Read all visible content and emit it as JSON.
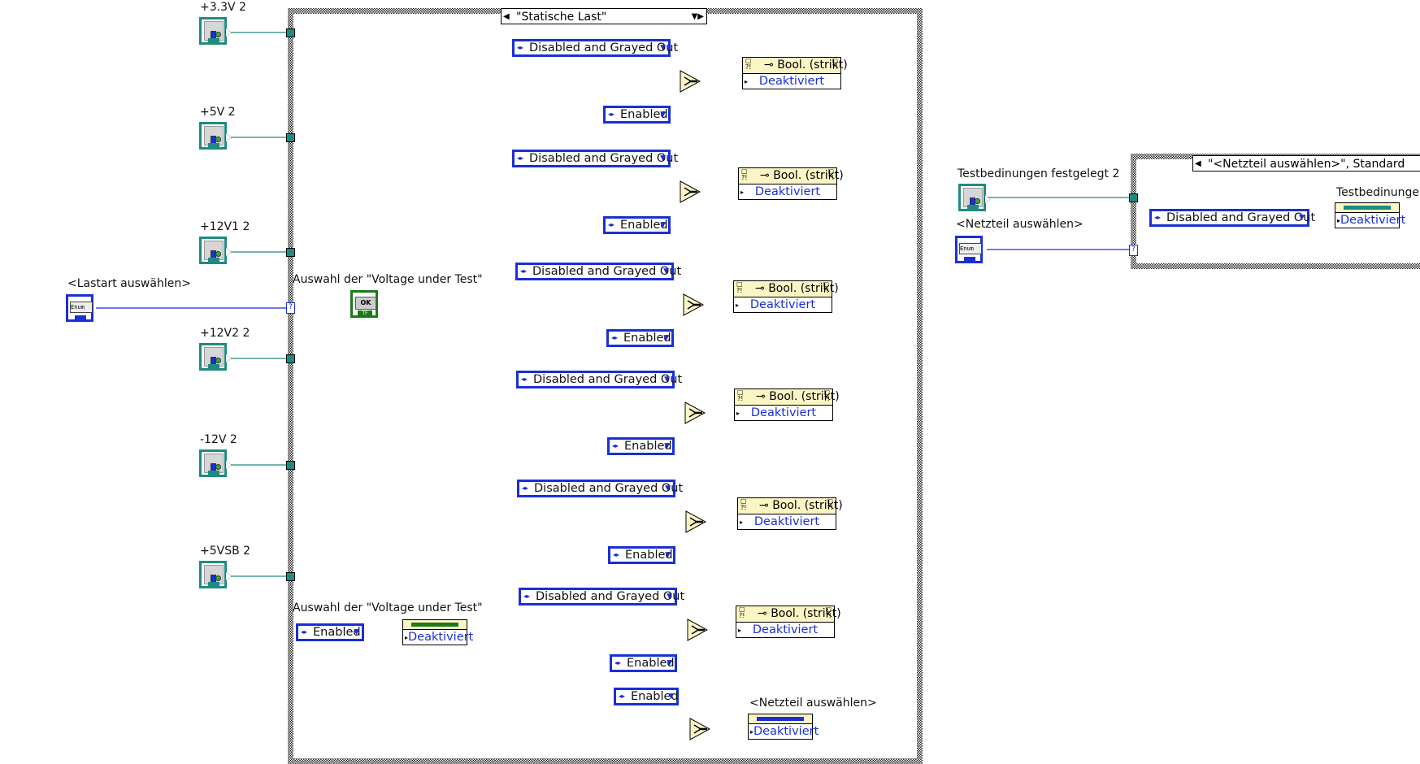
{
  "colors": {
    "cluster_wire": "#1f8b80",
    "enum_wire": "#1a2fd6",
    "bool_wire": "#1a7a1a",
    "property_header": "#fbf5c4"
  },
  "left_terminals": [
    {
      "label": "+3.3V 2",
      "icon": "cluster-indicator-icon"
    },
    {
      "label": "+5V 2",
      "icon": "cluster-indicator-icon"
    },
    {
      "label": "+12V1 2",
      "icon": "cluster-indicator-icon"
    },
    {
      "label": "+12V2 2",
      "icon": "cluster-indicator-icon"
    },
    {
      "label": "-12V 2",
      "icon": "cluster-indicator-icon"
    },
    {
      "label": "+5VSB 2",
      "icon": "cluster-indicator-icon"
    }
  ],
  "lastart": {
    "label": "<Lastart auswählen>",
    "icon_text": "Enum"
  },
  "main_case": {
    "selector": "\"Statische Last\"",
    "tunnel_marker": "?",
    "bool_control": {
      "label": "Auswahl der \"Voltage under Test\"",
      "button_text": "OK",
      "footer": "TF"
    },
    "rows": [
      {
        "true_const": "Disabled and Grayed Out",
        "false_const": "Enabled",
        "property": "Bool. (strikt)",
        "value": "Deaktiviert"
      },
      {
        "true_const": "Disabled and Grayed Out",
        "false_const": "Enabled",
        "property": "Bool. (strikt)",
        "value": "Deaktiviert"
      },
      {
        "true_const": "Disabled and Grayed Out",
        "false_const": "Enabled",
        "property": "Bool. (strikt)",
        "value": "Deaktiviert"
      },
      {
        "true_const": "Disabled and Grayed Out",
        "false_const": "Enabled",
        "property": "Bool. (strikt)",
        "value": "Deaktiviert"
      },
      {
        "true_const": "Disabled and Grayed Out",
        "false_const": "Enabled",
        "property": "Bool. (strikt)",
        "value": "Deaktiviert"
      },
      {
        "true_const": "Disabled and Grayed Out",
        "false_const": "Enabled",
        "property": "Bool. (strikt)",
        "value": "Deaktiviert"
      }
    ],
    "bool_property": {
      "label": "Auswahl der \"Voltage under Test\"",
      "const": "Enabled",
      "value": "Deaktiviert"
    },
    "netzteil_row": {
      "const": "Enabled",
      "label": "<Netzteil auswählen>",
      "value": "Deaktiviert"
    }
  },
  "right_side": {
    "testbed": {
      "label": "Testbedinungen festgelegt 2"
    },
    "netzteil": {
      "label": "<Netzteil auswählen>",
      "icon_text": "Enum"
    },
    "case_selector": "\"<Netzteil auswählen>\", Standard",
    "const": "Disabled and Grayed Out",
    "property_label": "Testbedinungen",
    "value": "Deaktiviert"
  }
}
